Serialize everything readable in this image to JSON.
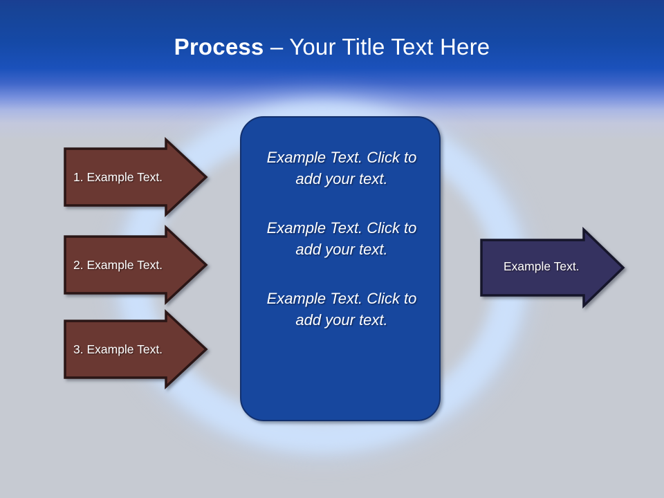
{
  "slide": {
    "title_strong": "Process",
    "title_separator": " – ",
    "title_rest": "Your Title Text Here",
    "background_top_color": "#1a3f92",
    "background_base_color": "#c6cad2",
    "ring_color": "#cde2ff"
  },
  "input_arrows": [
    {
      "label": "1. Example Text.",
      "fill": "#6b3733",
      "stroke": "#2b1512"
    },
    {
      "label": "2. Example Text.",
      "fill": "#6b3733",
      "stroke": "#2b1512"
    },
    {
      "label": "3. Example Text.",
      "fill": "#6b3733",
      "stroke": "#2b1512"
    }
  ],
  "center_box": {
    "fill": "#17479e",
    "stroke": "#12306e",
    "paragraphs": [
      "Example Text. Click  to add your text.",
      "Example Text. Click  to add your text.",
      "Example Text. Click  to add your text."
    ]
  },
  "output_arrow": {
    "label": "Example Text.",
    "fill": "#343261",
    "stroke": "#15142c"
  }
}
